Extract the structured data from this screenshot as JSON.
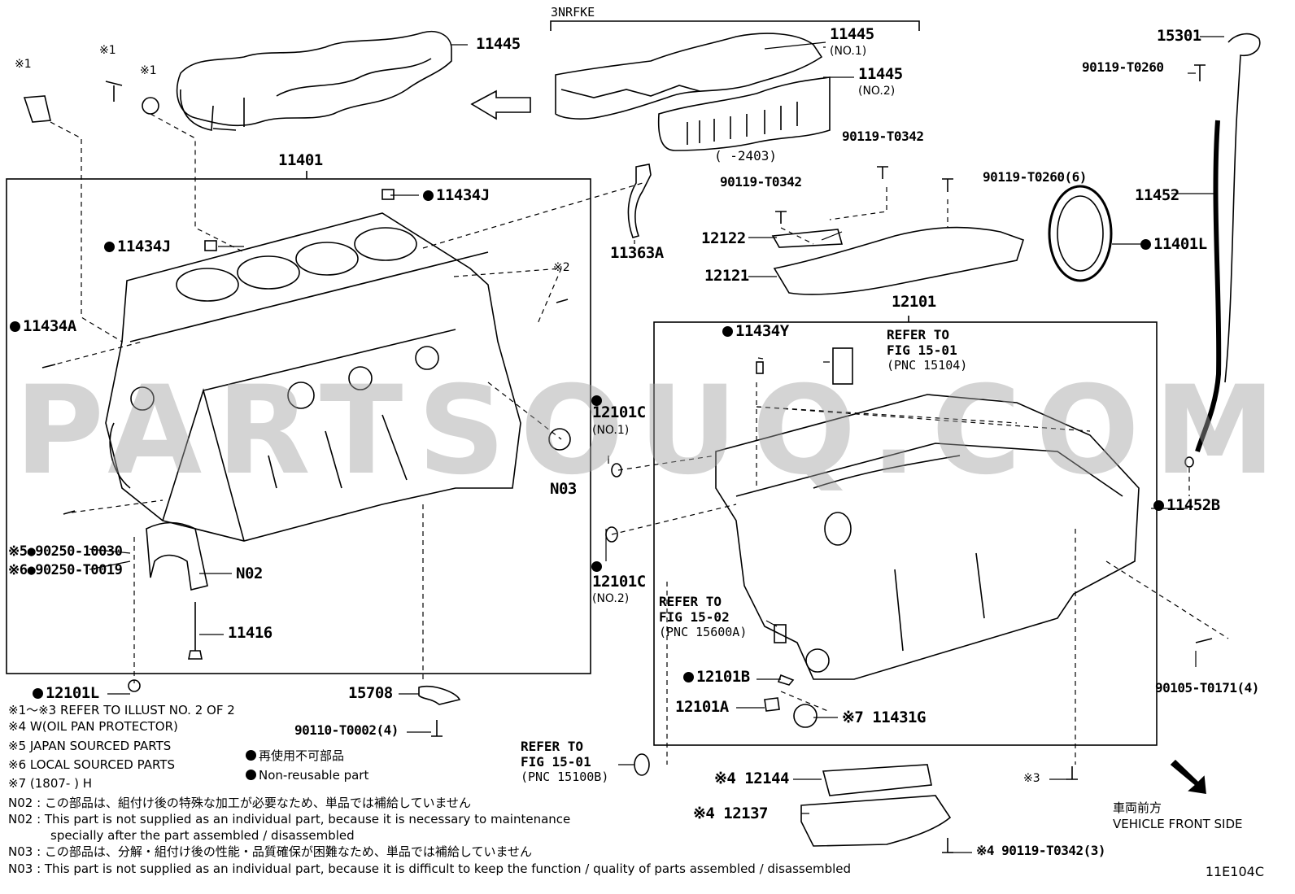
{
  "diagram": {
    "figure_code": "11E104C",
    "variant_label": "3NRFKE",
    "watermark": "PARTSOUQ.COM",
    "direction": {
      "jp": "車両前方",
      "en": "VEHICLE FRONT SIDE"
    },
    "legend": {
      "jp": "再使用不可部品",
      "en": "Non-reusable part"
    },
    "notes": [
      "※1～※3  REFER TO ILLUST NO. 2 OF 2",
      "※4 W(OIL PAN PROTECTOR)",
      "※5 JAPAN SOURCED PARTS",
      "※6 LOCAL SOURCED PARTS",
      "※7 (1807-      ) H"
    ],
    "footnotes": [
      "N02 : この部品は、組付け後の特殊な加工が必要なため、単品では補給していません",
      "N02 : This part is not supplied as an individual part, because it is necessary to maintenance",
      "specially after the part assembled / disassembled",
      "N03 : この部品は、分解・組付け後の性能・品質確保が困難なため、単品では補給していません",
      "N03 : This part is not supplied as an individual part, because it is difficult to keep the function / quality of parts  assembled / disassembled"
    ],
    "labels": {
      "p11445_top": "11445",
      "p11445_no1": "11445",
      "p11445_no1_sub": "(NO.1)",
      "p11445_no2": "11445",
      "p11445_no2_sub": "(NO.2)",
      "star1_a": "※1",
      "star1_b": "※1",
      "star1_c": "※1",
      "star2": "※2",
      "p11401": "11401",
      "p11434J_a": "11434J",
      "p11434J_b": "11434J",
      "p11434A": "11434A",
      "p90250_10030": "※5●90250-10030",
      "p90250_T0019": "※6●90250-T0019",
      "pN02": "N02",
      "p11416": "11416",
      "p12101L": "12101L",
      "p15708": "15708",
      "p90110": "90110-T0002(4)",
      "p11363A": "11363A",
      "p2403": "(      -2403)",
      "p90119_T0342_a": "90119-T0342",
      "p90119_T0342_b": "90119-T0342",
      "p90119_T0260_6": "90119-T0260(6)",
      "p12122": "12122",
      "p12121": "12121",
      "p12101": "12101",
      "p11434Y": "11434Y",
      "ref1": [
        "REFER TO",
        "FIG 15-01",
        "(PNC 15104)"
      ],
      "p12101C_1": "12101C",
      "p12101C_1_sub": "(NO.1)",
      "pN03": "N03",
      "p12101C_2": "12101C",
      "p12101C_2_sub": "(NO.2)",
      "ref2": [
        "REFER TO",
        "FIG 15-02",
        "(PNC 15600A)"
      ],
      "p12101B": "12101B",
      "p12101A": "12101A",
      "p11431G": "※7 11431G",
      "ref3": [
        "REFER TO",
        "FIG 15-01",
        "(PNC 15100B)"
      ],
      "p12144": "※4 12144",
      "p12137": "※4 12137",
      "p90119_T0342_3": "※4 90119-T0342(3)",
      "star3": "※3",
      "p15301": "15301",
      "p90119_T0260": "90119-T0260",
      "p11452": "11452",
      "p11401L": "11401L",
      "p11452B": "11452B",
      "p90105": "90105-T0171(4)"
    }
  }
}
